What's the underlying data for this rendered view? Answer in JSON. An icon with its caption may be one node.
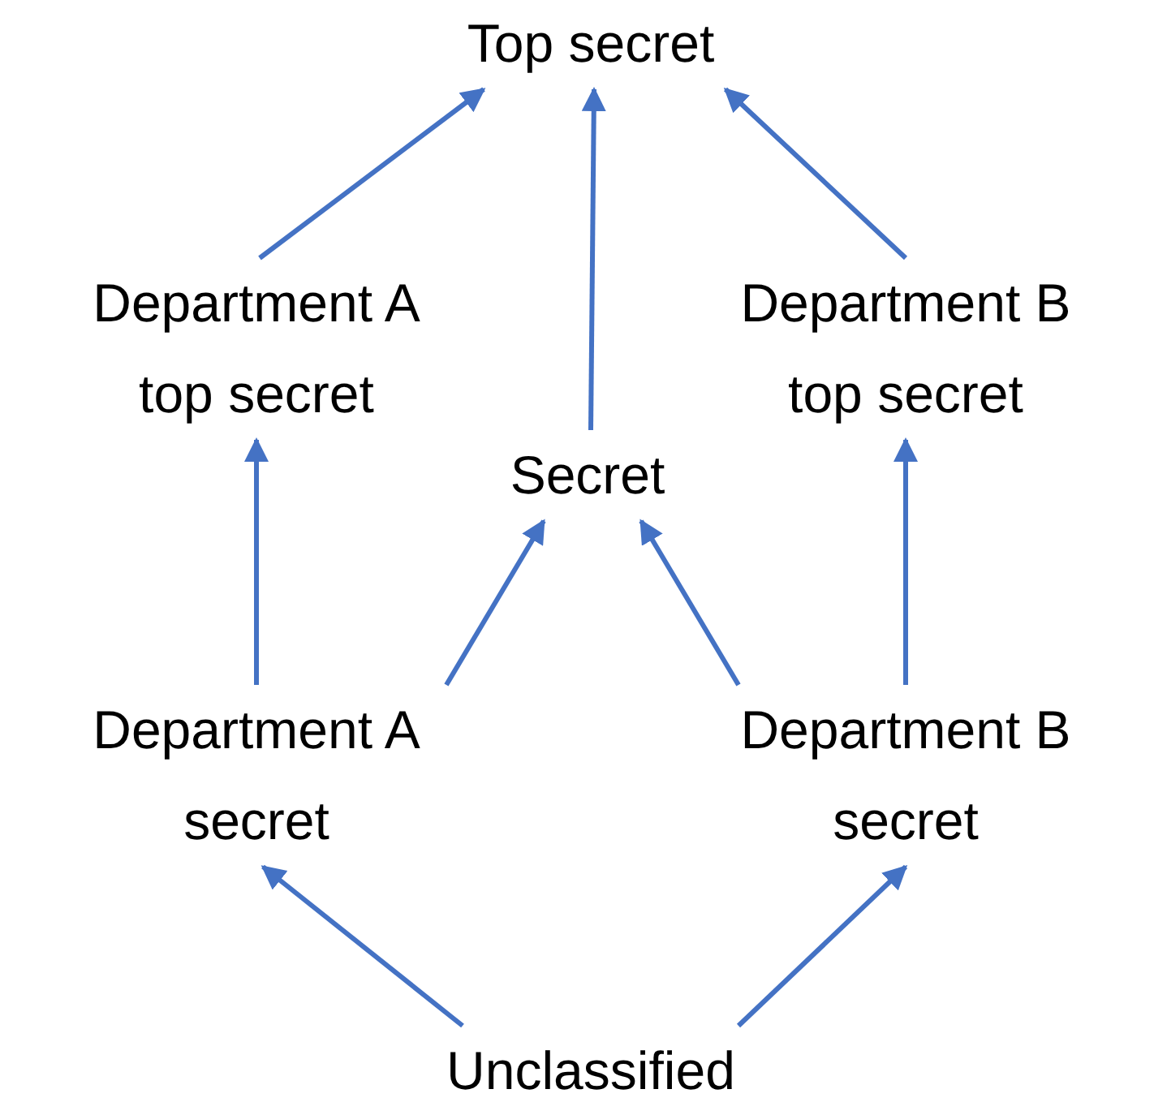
{
  "diagram": {
    "nodes": [
      {
        "text": [
          "Top secret"
        ]
      },
      {
        "text": [
          "Department A top secret"
        ]
      },
      {
        "text": [
          "Secret"
        ]
      },
      {
        "text": [
          "Department B top secret"
        ]
      },
      {
        "text": [
          "Department A secret"
        ]
      },
      {
        "text": [
          "Department B secret"
        ]
      },
      {
        "text": [
          "Unclassified"
        ]
      }
    ],
    "edges": [
      {
        "from": 1,
        "to": 0,
        "arrow": "to"
      },
      {
        "from": 2,
        "to": 0,
        "arrow": "to"
      },
      {
        "from": 3,
        "to": 0,
        "arrow": "to"
      },
      {
        "from": 4,
        "to": 1,
        "arrow": "to"
      },
      {
        "from": 4,
        "to": 2,
        "arrow": "to"
      },
      {
        "from": 5,
        "to": 2,
        "arrow": "to"
      },
      {
        "from": 5,
        "to": 3,
        "arrow": "to"
      },
      {
        "from": 6,
        "to": 4,
        "arrow": "to"
      },
      {
        "from": 6,
        "to": 5,
        "arrow": "to"
      }
    ]
  }
}
